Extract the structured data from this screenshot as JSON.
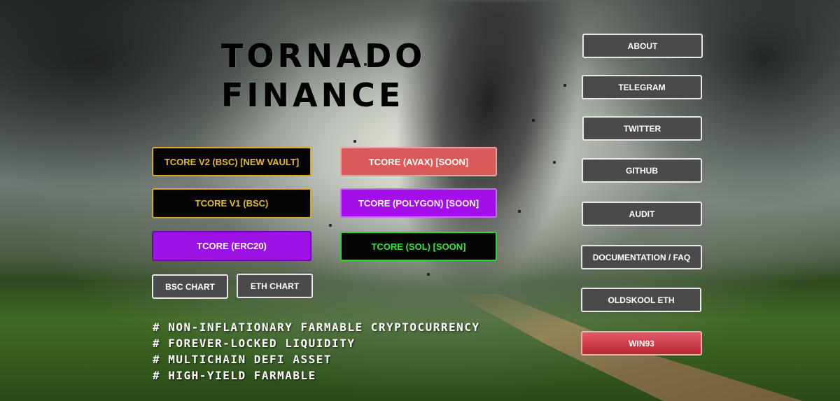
{
  "hero": {
    "title_line1": "TORNADO",
    "title_line2": "FINANCE"
  },
  "tokens": {
    "v2_bsc": "TCORE V2 (BSC) [NEW VAULT]",
    "avax": "TCORE (AVAX) [SOON]",
    "v1_bsc": "TCORE V1 (BSC)",
    "polygon": "TCORE (POLYGON) [SOON]",
    "erc20": "TCORE (ERC20)",
    "sol": "TCORE (SOL) [SOON]"
  },
  "charts": {
    "bsc": "BSC CHART",
    "eth": "ETH CHART"
  },
  "features": [
    "# NON-INFLATIONARY FARMABLE CRYPTOCURRENCY",
    "# FOREVER-LOCKED LIQUIDITY",
    "# MULTICHAIN DEFI ASSET",
    "# HIGH-YIELD FARMABLE"
  ],
  "nav": {
    "about": "ABOUT",
    "telegram": "TELEGRAM",
    "twitter": "TWITTER",
    "github": "GITHUB",
    "audit": "AUDIT",
    "docs": "DOCUMENTATION / FAQ",
    "oldskool": "OLDSKOOL ETH",
    "win93": "WIN93"
  },
  "colors": {
    "gold": "#d9a72a",
    "red": "#d85a5a",
    "purple": "#9d13e6",
    "green": "#2bd62b",
    "dark": "#4a4a4a"
  }
}
